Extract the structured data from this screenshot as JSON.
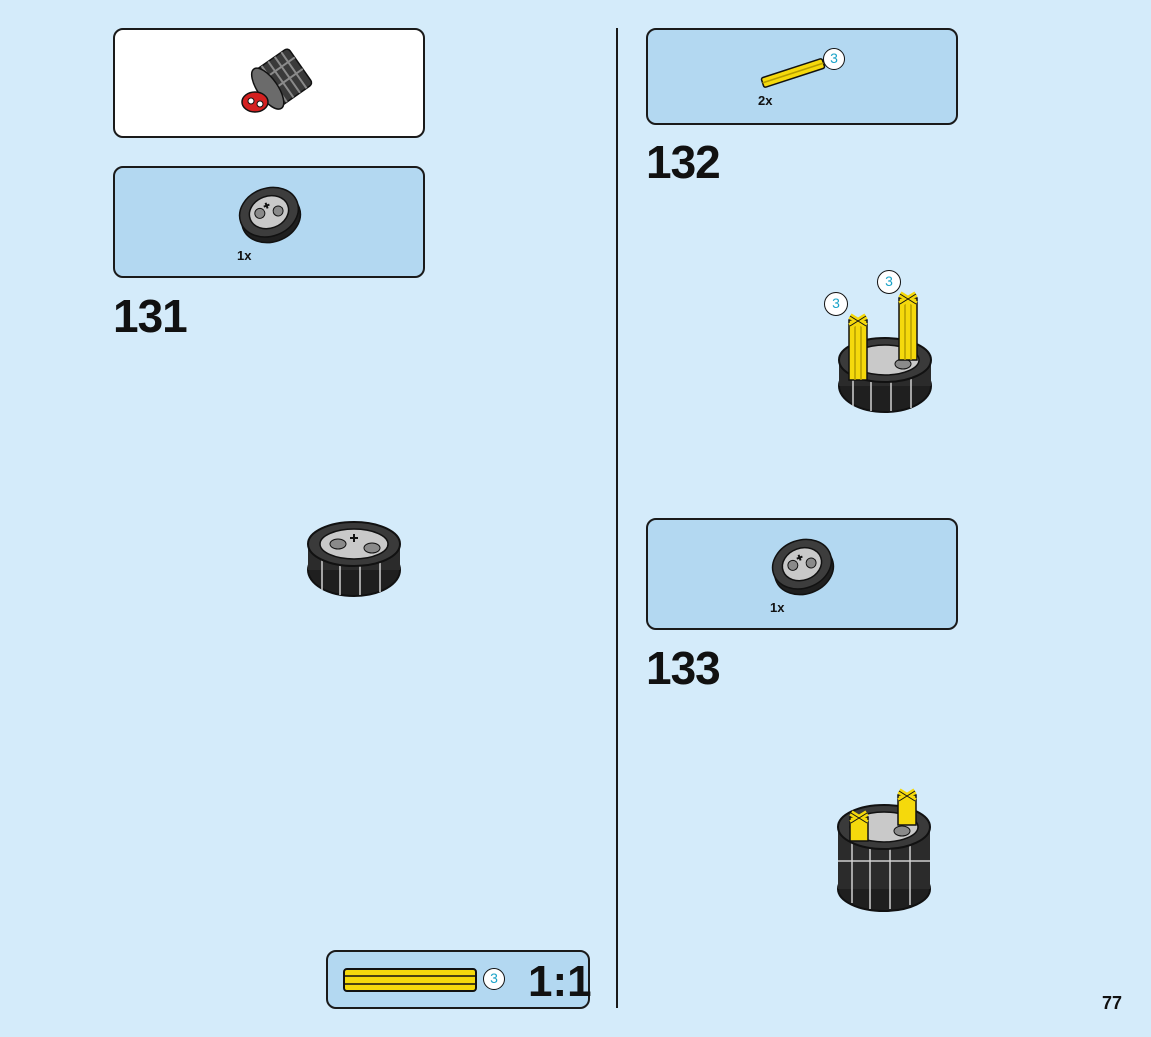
{
  "page": {
    "number": "77"
  },
  "step131": {
    "number": "131",
    "assembly_callout": {
      "icon": "gear-bushing-assembly-icon"
    },
    "parts": [
      {
        "qty": "1x",
        "icon": "black-round-hub-icon"
      }
    ]
  },
  "step132": {
    "number": "132",
    "parts": [
      {
        "qty": "2x",
        "icon": "yellow-axle-3-icon",
        "length": "3"
      }
    ],
    "callouts": [
      "3",
      "3"
    ]
  },
  "step133": {
    "number": "133",
    "parts": [
      {
        "qty": "1x",
        "icon": "black-round-hub-icon"
      }
    ]
  },
  "scale_reference": {
    "label": "1:1",
    "length": "3",
    "icon": "yellow-axle-3-icon"
  },
  "colors": {
    "background": "#d4ebfa",
    "parts_box": "#b3d8f1",
    "axle_yellow": "#f5d90c",
    "hub_black": "#2b2b2b",
    "callout_cyan": "#1aa3c8",
    "bushing_red": "#d42020"
  }
}
